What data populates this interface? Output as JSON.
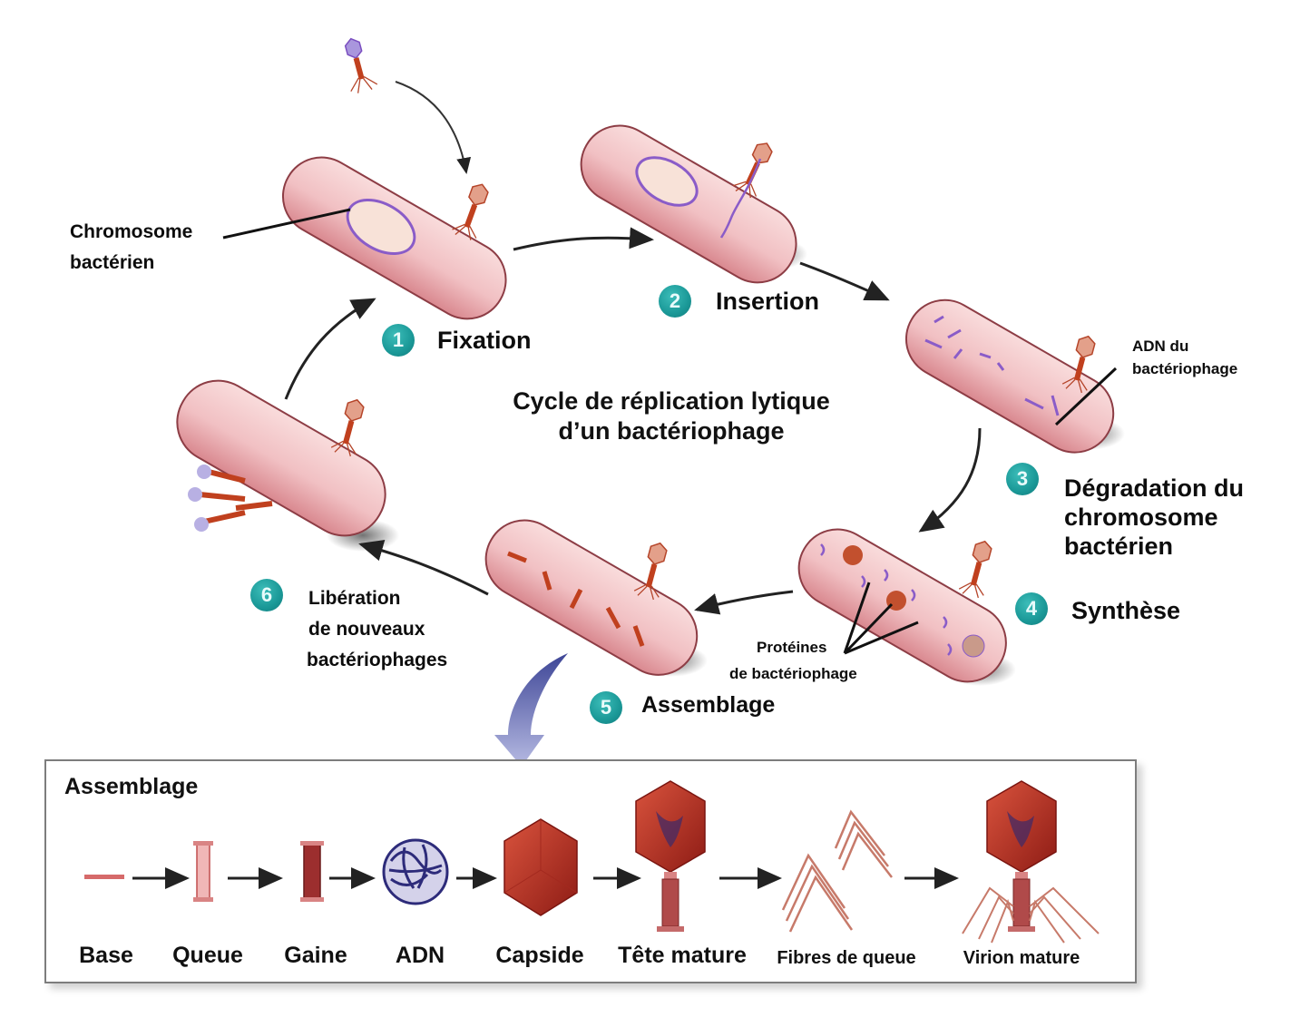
{
  "title": {
    "line1": "Cycle de réplication lytique",
    "line2": "d’un bactériophage"
  },
  "steps": [
    {
      "number": "1",
      "label": "Fixation"
    },
    {
      "number": "2",
      "label": "Insertion"
    },
    {
      "number": "3",
      "label_lines": [
        "Dégradation du",
        "chromosome",
        "bactérien"
      ]
    },
    {
      "number": "4",
      "label": "Synthèse"
    },
    {
      "number": "5",
      "label": "Assemblage"
    },
    {
      "number": "6",
      "label_lines": [
        "Libération",
        "de nouveaux",
        "bactériophages"
      ]
    }
  ],
  "annotations": {
    "chromosome": [
      "Chromosome",
      "bactérien"
    ],
    "phage_dna": [
      "ADN du",
      "bactériophage"
    ],
    "proteins": [
      "Protéines",
      "de bactériophage"
    ]
  },
  "assembly": {
    "title": "Assemblage",
    "parts": [
      "Base",
      "Queue",
      "Gaine",
      "ADN",
      "Capside",
      "Tête mature",
      "Fibres de queue",
      "Virion mature"
    ]
  },
  "colors": {
    "badge": "#1a9897",
    "bacterium_fill": "#f2c6c8",
    "bacterium_outline": "#7a3038",
    "chromosome": "#8a5cc8",
    "phage": "#c0401e",
    "capsid": "#b52a1c",
    "dna_ball": "#3a3a8a",
    "zoom_arrow": "#6a6fb5"
  }
}
